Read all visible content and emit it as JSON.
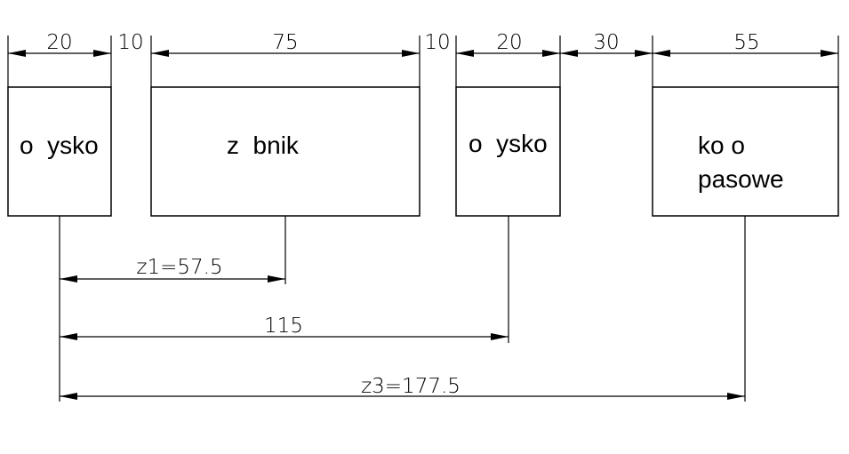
{
  "top_dimensions": [
    "20",
    "10",
    "75",
    "10",
    "20",
    "30",
    "55"
  ],
  "boxes": {
    "box1": {
      "line1": "o  ysko"
    },
    "box2": {
      "line1": "z  bnik"
    },
    "box3": {
      "line1": "o  ysko"
    },
    "box4": {
      "line1": "ko o",
      "line2": "pasowe"
    }
  },
  "bottom_dimensions": {
    "z1": "z1=57.5",
    "z2": "115",
    "z3": "z3=177.5"
  }
}
